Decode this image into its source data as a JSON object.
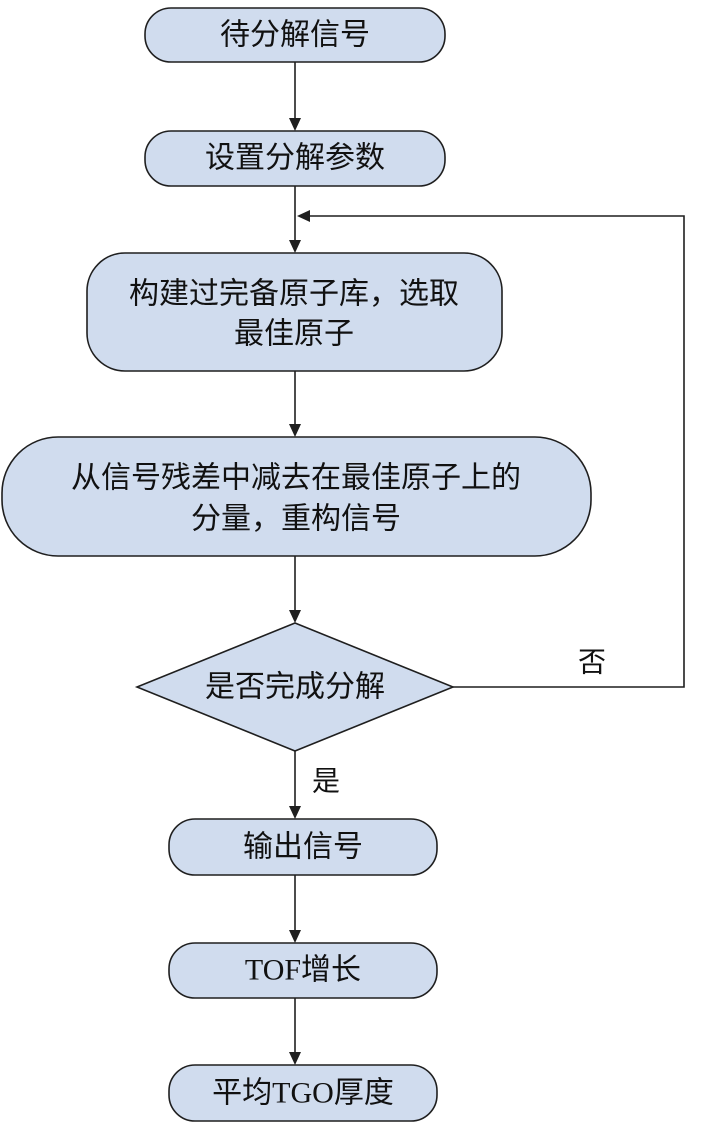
{
  "diagram": {
    "nodes": {
      "start": "待分解信号",
      "params": "设置分解参数",
      "dict_line1": "构建过完备原子库，选取",
      "dict_line2": "最佳原子",
      "residual_line1": "从信号残差中减去在最佳原子上的",
      "residual_line2": "分量，重构信号",
      "decision": "是否完成分解",
      "output": "输出信号",
      "tof": "TOF增长",
      "tgo": "平均TGO厚度"
    },
    "edges": {
      "yes_label": "是",
      "no_label": "否"
    }
  }
}
